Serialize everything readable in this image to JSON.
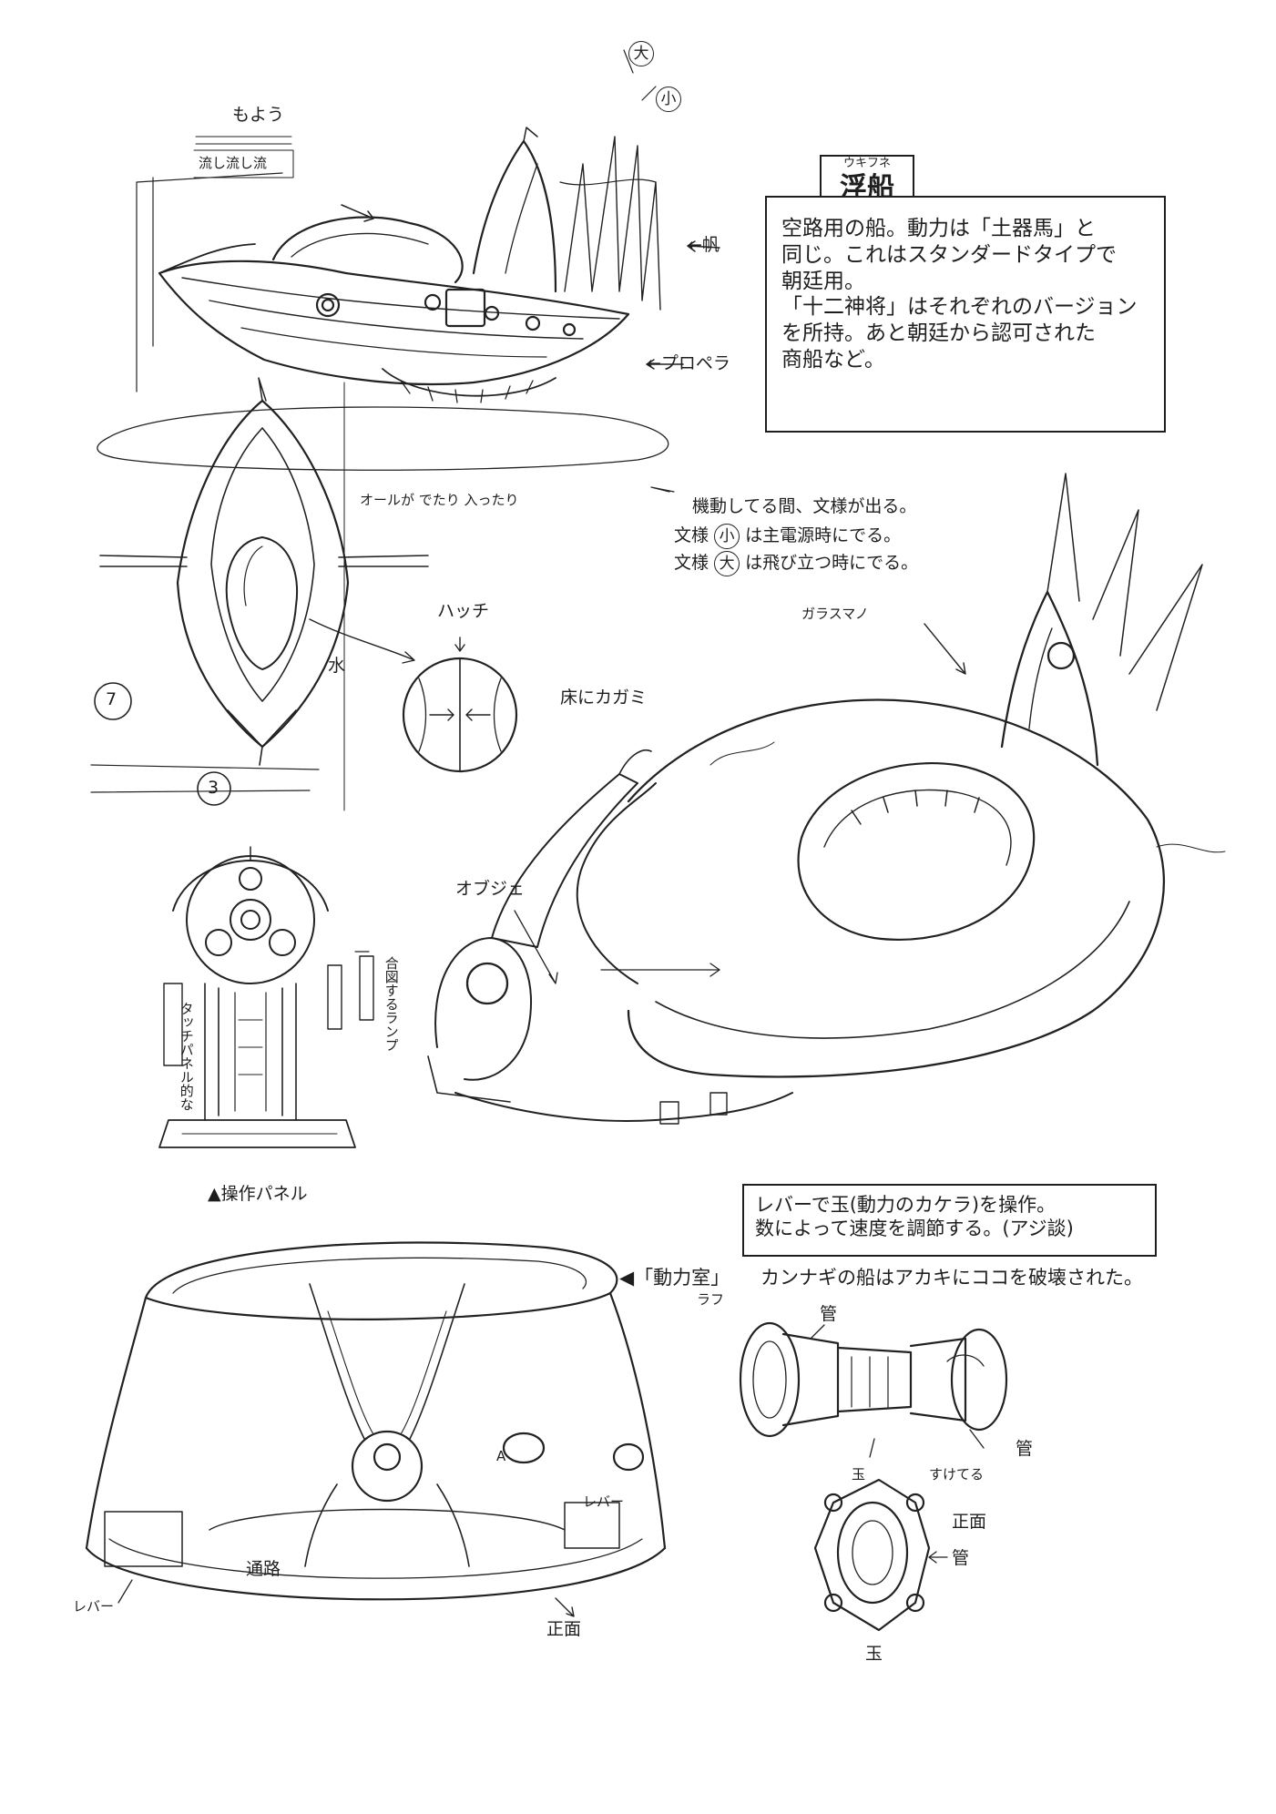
{
  "title": {
    "ruby": "ウキフネ",
    "main": "浮船"
  },
  "description_box": {
    "lines": [
      "空路用の船。動力は「土器馬」と",
      "同じ。これはスタンダードタイプで",
      "朝廷用。",
      "「十二神将」はそれぞれのバージョン",
      "を所持。あと朝廷から認可された",
      "商船など。"
    ]
  },
  "annotations": {
    "moyou": "もよう",
    "moyou_sample": "流し流し流",
    "sail": "←帆",
    "propeller": "←プロペラ",
    "top_mark": "大",
    "top_mark2": "小",
    "oar": "オールが でたり 入ったり",
    "motion_note_1": "機動してる間、文様が出る。",
    "motion_note_2": "文様",
    "motion_note_2_circle": "小",
    "motion_note_2_rest": "は主電源時にでる。",
    "motion_note_3": "文様",
    "motion_note_3_circle": "大",
    "motion_note_3_rest": "は飛び立つ時にでる。",
    "hatch": "ハッチ",
    "water": "水",
    "num_7": "7",
    "num_3": "3",
    "glass": "ガラスマノ",
    "floor_mirror": "床にカガミ",
    "object": "オブジェ",
    "control_panel": "▲操作パネル",
    "panel_note_1": "合図するランプ",
    "panel_note_2": "タッチパネル的な",
    "lever_box_1": "レバーで玉(動力のカケラ)を操作。",
    "lever_box_2": "数によって速度を調節する。(アジ談)",
    "kannagi_note": "カンナギの船はアカキにココを破壊された。",
    "power_room": "◀「動力室」",
    "power_room_sub": "ラフ",
    "pipe_1": "管",
    "pipe_2": "管",
    "ball": "玉",
    "transparent": "すけてる",
    "front_small": "正面",
    "pipe_3": "管",
    "ball_2": "玉",
    "passage": "通路",
    "front": "正面",
    "lever": "レバー",
    "lever_2": "レバー",
    "a_mark": "A"
  },
  "colors": {
    "ink": "#1e1e1e",
    "paper": "#ffffff"
  }
}
